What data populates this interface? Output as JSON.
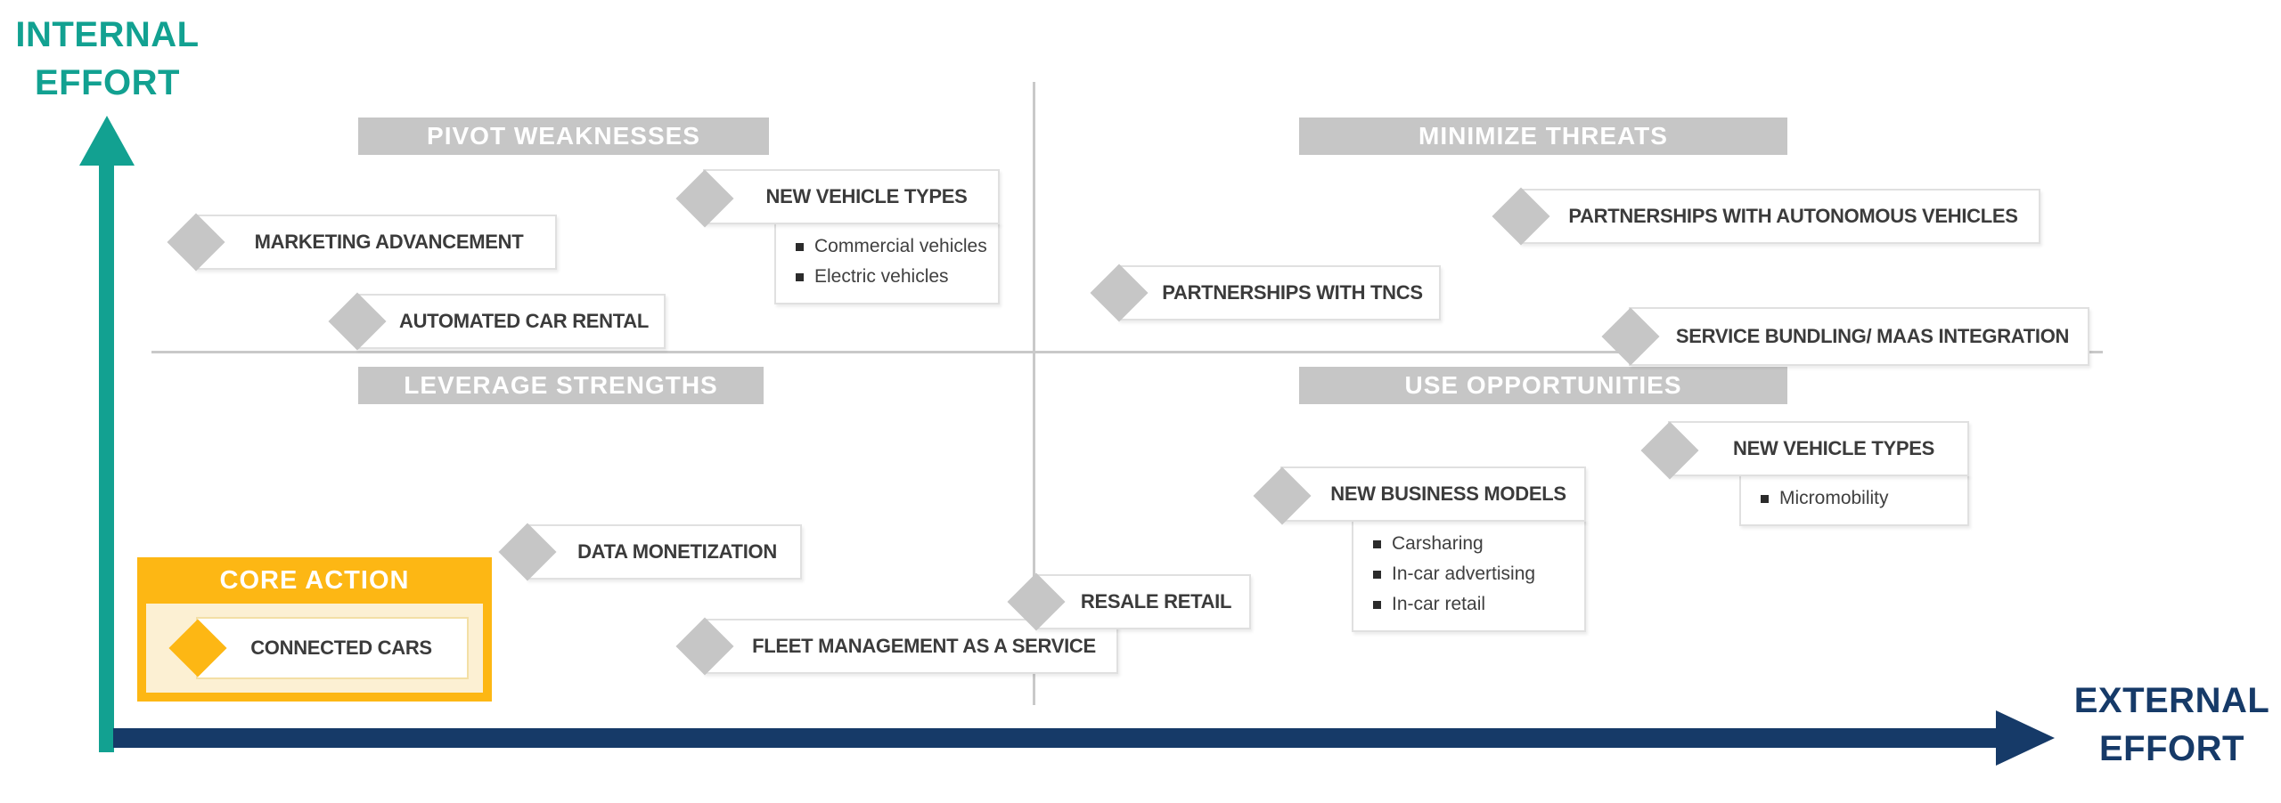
{
  "axes": {
    "internal": {
      "line1": "INTERNAL",
      "line2": "EFFORT"
    },
    "external": {
      "line1": "EXTERNAL",
      "line2": "EFFORT"
    }
  },
  "quadrants": {
    "pivot_weaknesses": {
      "label": "PIVOT WEAKNESSES"
    },
    "minimize_threats": {
      "label": "MINIMIZE THREATS"
    },
    "leverage_strengths": {
      "label": "LEVERAGE STRENGTHS"
    },
    "use_opportunities": {
      "label": "USE OPPORTUNITIES"
    }
  },
  "items": {
    "marketing_advancement": {
      "label": "MARKETING ADVANCEMENT"
    },
    "automated_car_rental": {
      "label": "AUTOMATED CAR RENTAL"
    },
    "new_vehicle_types_top": {
      "label": "NEW VEHICLE TYPES",
      "bullets": [
        "Commercial vehicles",
        "Electric vehicles"
      ]
    },
    "partnerships_autonomous": {
      "label": "PARTNERSHIPS WITH AUTONOMOUS VEHICLES"
    },
    "partnerships_tncs": {
      "label": "PARTNERSHIPS WITH TNCS"
    },
    "service_bundling": {
      "label": "SERVICE BUNDLING/ MAAS INTEGRATION"
    },
    "data_monetization": {
      "label": "DATA MONETIZATION"
    },
    "fleet_management": {
      "label": "FLEET MANAGEMENT AS A SERVICE"
    },
    "resale_retail": {
      "label": "RESALE RETAIL"
    },
    "new_business_models": {
      "label": "NEW BUSINESS MODELS",
      "bullets": [
        "Carsharing",
        "In-car advertising",
        "In-car retail"
      ]
    },
    "new_vehicle_types_bottom": {
      "label": "NEW VEHICLE TYPES",
      "bullets": [
        "Micromobility"
      ]
    }
  },
  "core_action": {
    "header": "CORE ACTION",
    "item_label": "CONNECTED CARS"
  },
  "colors": {
    "teal_axis": "#12A191",
    "navy_axis": "#163A68",
    "quadrant_bar_gray": "#C6C6C6",
    "marker_gray": "#C6C6C6",
    "accent_orange": "#FDB714",
    "accent_cream": "#FCF0D3"
  }
}
